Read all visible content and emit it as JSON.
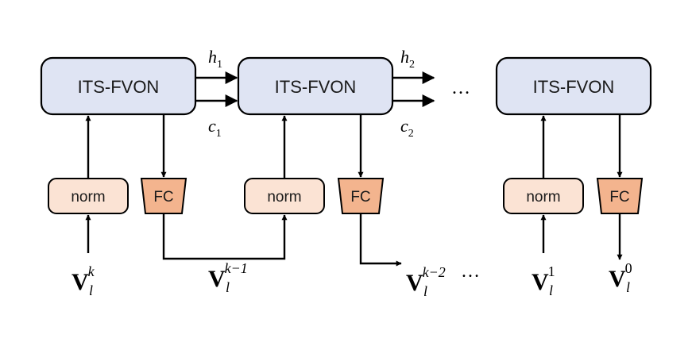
{
  "blocks": {
    "main_label": "ITS-FVON",
    "norm_label": "norm",
    "fc_label": "FC"
  },
  "states": {
    "h1": {
      "base": "h",
      "sub": "1"
    },
    "c1": {
      "base": "c",
      "sub": "1"
    },
    "h2": {
      "base": "h",
      "sub": "2"
    },
    "c2": {
      "base": "c",
      "sub": "2"
    }
  },
  "ellipsis": "…",
  "vectors": {
    "v_k": {
      "base": "V",
      "sub": "l",
      "sup": "k"
    },
    "v_k1": {
      "base": "V",
      "sub": "l",
      "sup": "k−1"
    },
    "v_k2": {
      "base": "V",
      "sub": "l",
      "sup": "k−2"
    },
    "v_1": {
      "base": "V",
      "sub": "l",
      "sup": "1"
    },
    "v_0": {
      "base": "V",
      "sub": "l",
      "sup": "0"
    }
  },
  "colors": {
    "block_fill": "#dfe4f3",
    "norm_fill": "#fbe3d4",
    "fc_fill": "#f3b48e",
    "stroke": "#000000"
  }
}
